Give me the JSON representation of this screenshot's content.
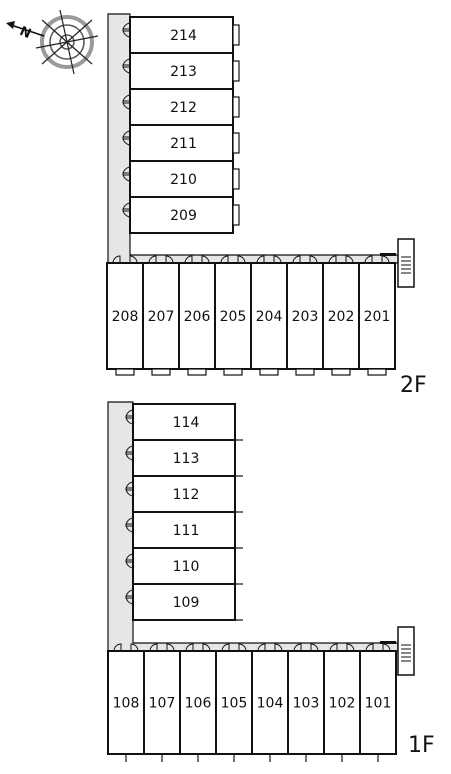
{
  "compass": {
    "north_letter": "N",
    "icon": "compass-rose-icon"
  },
  "floors": [
    {
      "id": "2F",
      "label": "2F",
      "vertical_units": [
        "214",
        "213",
        "212",
        "211",
        "210",
        "209"
      ],
      "horizontal_units": [
        "208",
        "207",
        "206",
        "205",
        "204",
        "203",
        "202",
        "201"
      ]
    },
    {
      "id": "1F",
      "label": "1F",
      "vertical_units": [
        "114",
        "113",
        "112",
        "111",
        "110",
        "109"
      ],
      "horizontal_units": [
        "108",
        "107",
        "106",
        "105",
        "104",
        "103",
        "102",
        "101"
      ]
    }
  ],
  "colors": {
    "wall": "#111111",
    "corridor": "#e6e6e6",
    "balcony": "#ffffff",
    "compass_ring": "#9a9a9a"
  }
}
